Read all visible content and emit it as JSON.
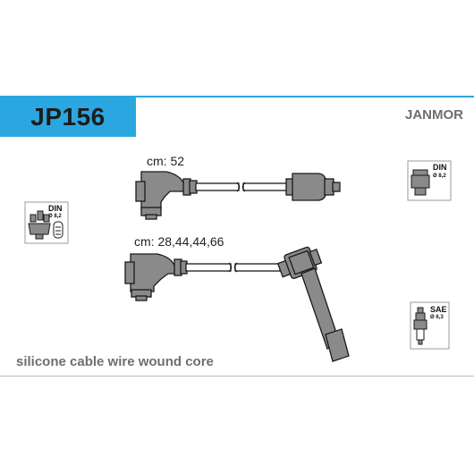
{
  "product": {
    "code": "JP156",
    "brand": "JANMOR",
    "caption": "silicone cable wire wound core"
  },
  "cables": {
    "single_label": "cm: 52",
    "multi_label": "cm: 28,44,44,66"
  },
  "badges": {
    "din_left": {
      "title": "DIN",
      "value": "Ø 8,2"
    },
    "din_right": {
      "title": "DIN",
      "value": "Ø 8,2"
    },
    "sae_right": {
      "title": "SAE",
      "value": "Ø 6,3"
    }
  },
  "colors": {
    "accent": "#2aa7e1",
    "part_fill": "#8a8a8a",
    "part_stroke": "#1a1a1a"
  }
}
